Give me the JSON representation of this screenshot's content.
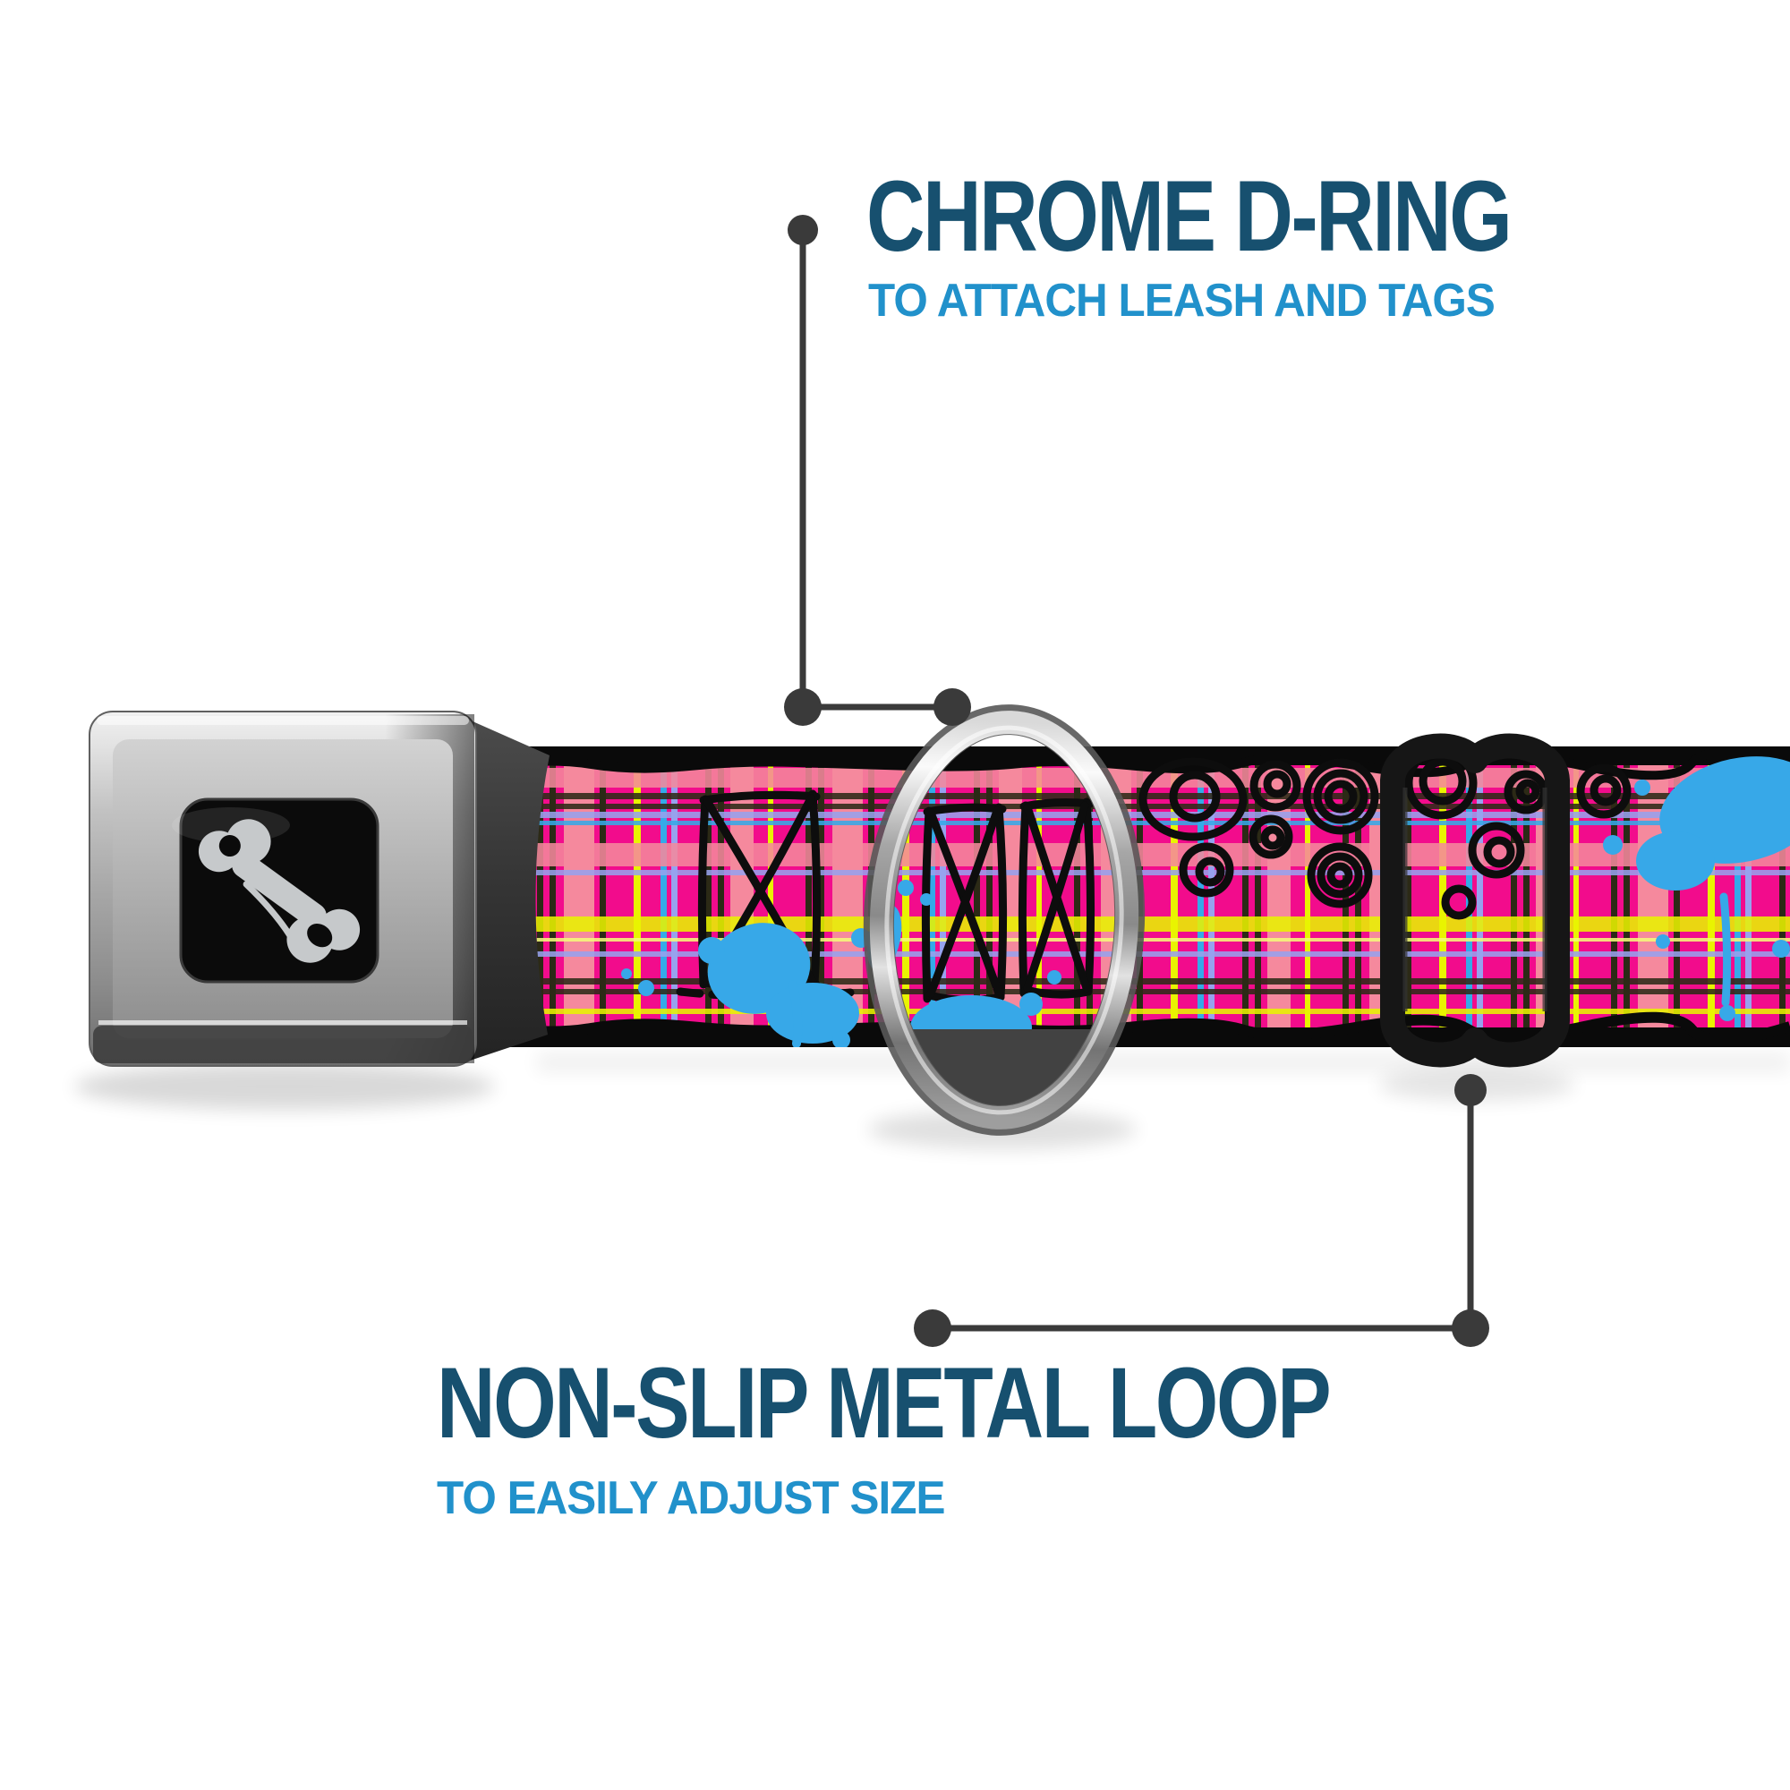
{
  "callouts": {
    "top": {
      "title": "CHROME D-RING",
      "subtitle": "TO ATTACH LEASH AND TAGS"
    },
    "bottom": {
      "title": "NON-SLIP METAL LOOP",
      "subtitle": "TO EASILY ADJUST SIZE"
    }
  },
  "colors": {
    "background": "#FFFFFF",
    "title_navy": "#17506F",
    "subtitle_azure": "#2191CB",
    "callout_gray": "#3A3A3A",
    "strap_pink": "#F20C8C",
    "plaid_salmon": "#F5899D",
    "plaid_yellow": "#E9F400",
    "plaid_pale_yellow": "#F6FA7A",
    "plaid_cyan": "#35AAE8",
    "plaid_lavender": "#97A2EE",
    "plaid_dark": "#2C2A16",
    "doodle_black": "#0D0D0D",
    "splatter_blue": "#37A8E8",
    "bone_gray": "#C6C9CB",
    "buckle_logo_bg": "#0B0B0B",
    "slider_black": "#161616"
  }
}
